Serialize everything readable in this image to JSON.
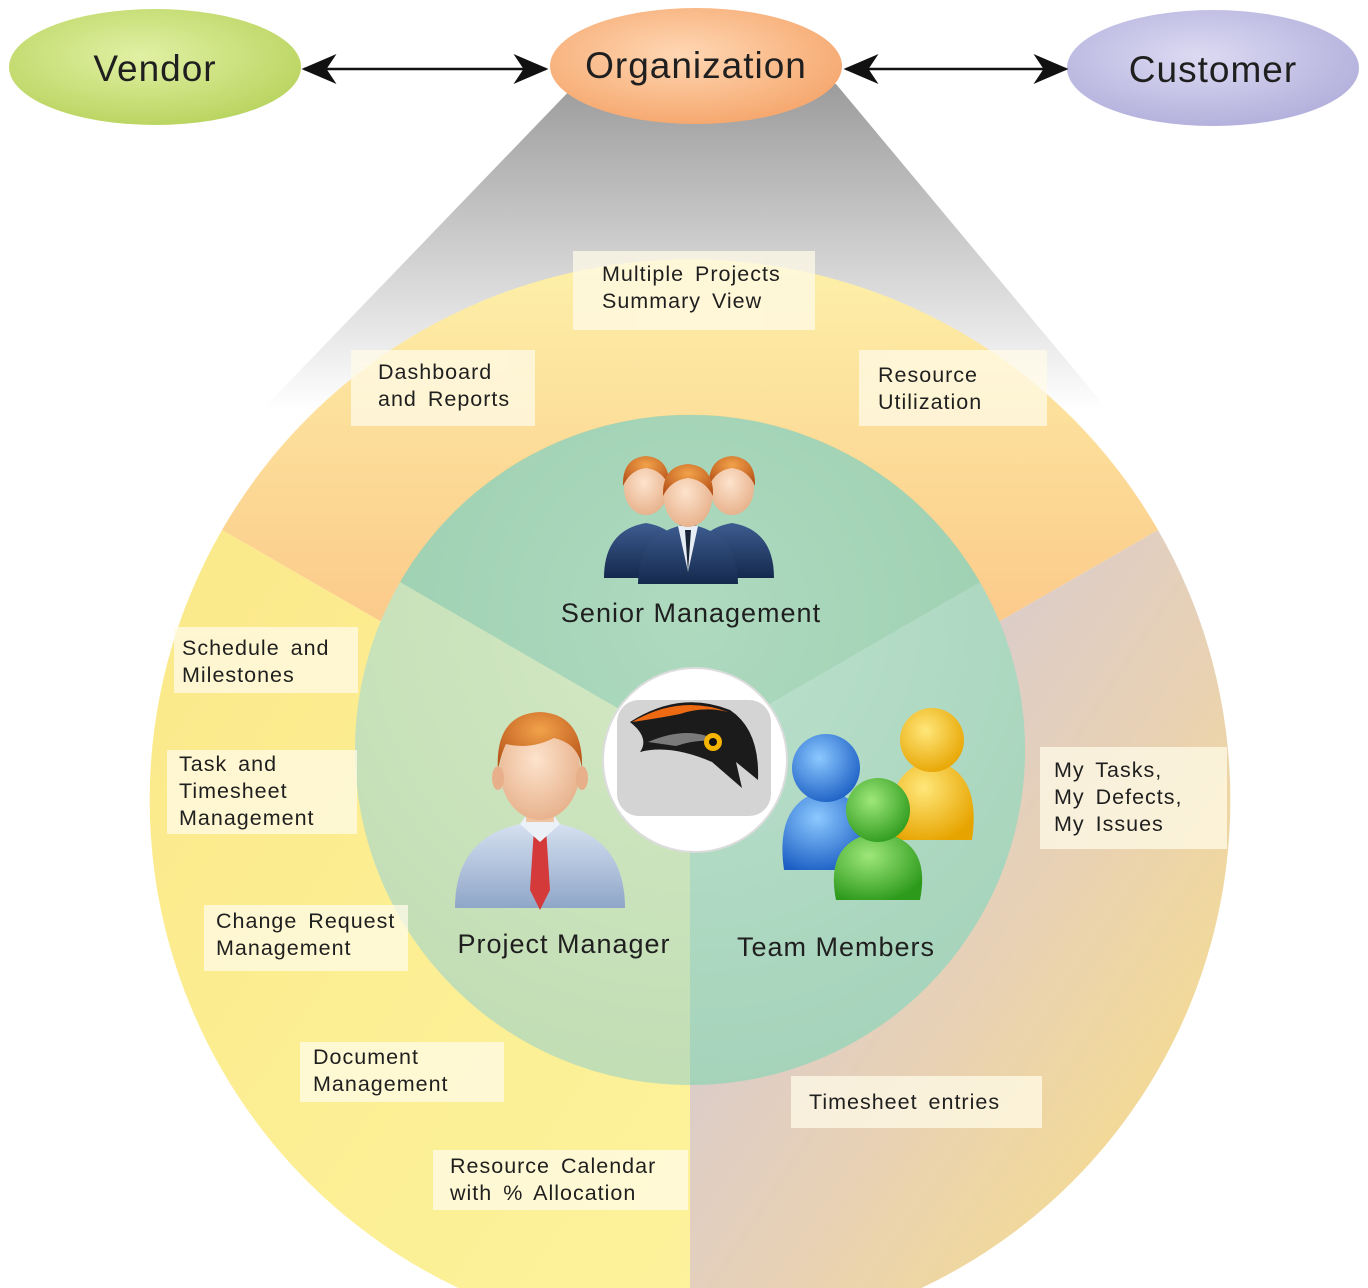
{
  "entities": {
    "vendor": "Vendor",
    "organization": "Organization",
    "customer": "Customer"
  },
  "roles": {
    "senior_management": "Senior Management",
    "project_manager": "Project Manager",
    "team_members": "Team Members"
  },
  "senior_features": {
    "multi_projects": [
      "Multiple Projects",
      "Summary View"
    ],
    "dashboard": [
      "Dashboard",
      "and Reports"
    ],
    "resource_util": [
      "Resource",
      "Utilization"
    ]
  },
  "pm_features": {
    "schedule": [
      "Schedule and",
      "Milestones"
    ],
    "task_timesheet": [
      "Task and",
      "Timesheet",
      "Management"
    ],
    "change_request": [
      "Change Request",
      "Management"
    ],
    "document": [
      "Document",
      "Management"
    ],
    "resource_calendar": [
      "Resource Calendar",
      "with % Allocation"
    ]
  },
  "team_features": {
    "my_items": [
      "My Tasks,",
      "My Defects,",
      "My Issues"
    ],
    "timesheet_entries": [
      "Timesheet entries"
    ]
  },
  "colors": {
    "vendor_oval": "#c9e27a",
    "organization_oval": "#f8b98a",
    "customer_oval": "#c4c2e6",
    "senior_sector": "#fbc98c",
    "pm_sector": "#fbe97a",
    "team_sector": "#d8c7c8",
    "inner_circle": "#b6dcc4"
  },
  "icons": [
    "group-people-icon",
    "person-icon",
    "team-people-icon",
    "hawk-logo-icon"
  ]
}
